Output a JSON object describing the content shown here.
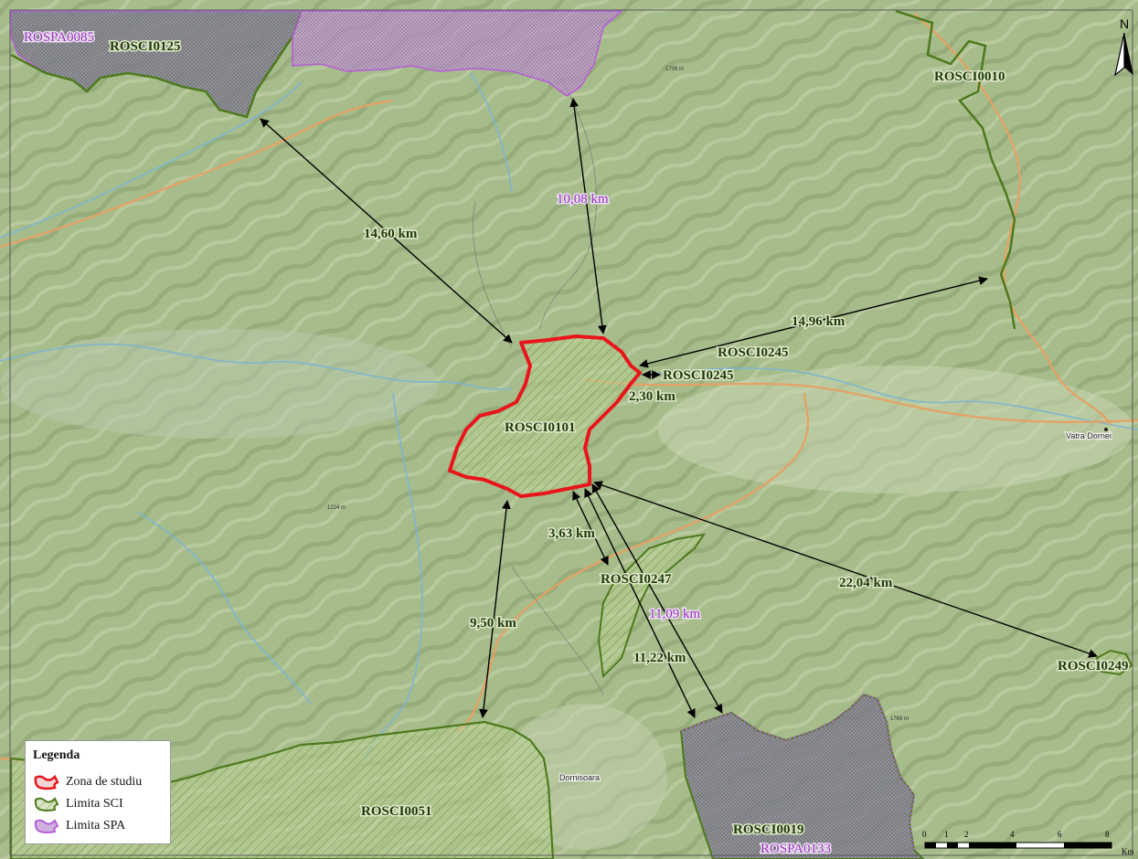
{
  "areas": {
    "study": "ROSCI0101",
    "sci_0125": "ROSCI0125",
    "sci_0010": "ROSCI0010",
    "sci_0245": "ROSCI0245",
    "sci_0247": "ROSCI0247",
    "sci_0249": "ROSCI0249",
    "sci_0051": "ROSCI0051",
    "sci_0019": "ROSCI0019",
    "spa_0085": "ROSPA0085",
    "spa_0133": "ROSPA0133"
  },
  "distances": {
    "d_0125": "14,60 km",
    "d_north_spa": "10,08 km",
    "d_0010": "14,96 km",
    "d_0245": "2,30 km",
    "d_0247": "3,63 km",
    "d_0051": "9,50 km",
    "d_spa_south": "11,09 km",
    "d_0019": "11,22 km",
    "d_0249": "22,04 km"
  },
  "places": {
    "vatra_dornei": "Vatra Dornei",
    "dornisoara": "Dornisoara",
    "elev_1": "1709 m",
    "elev_2": "1224 m",
    "elev_3": "1769 m"
  },
  "legend": {
    "title": "Legenda",
    "study_zone": "Zona de studiu",
    "sci_limit": "Limita SCI",
    "spa_limit": "Limita SPA"
  },
  "north": "N",
  "scale": {
    "ticks": [
      "0",
      "1",
      "2",
      "4",
      "6",
      "8"
    ],
    "unit": "Km"
  },
  "colors": {
    "study_boundary": "#e8161b",
    "sci_boundary": "#4e7a1d",
    "spa_boundary": "#b45fd6",
    "terrain": "#a9bf8e",
    "roads": "#e6a164",
    "rivers": "#7fb6cf"
  }
}
